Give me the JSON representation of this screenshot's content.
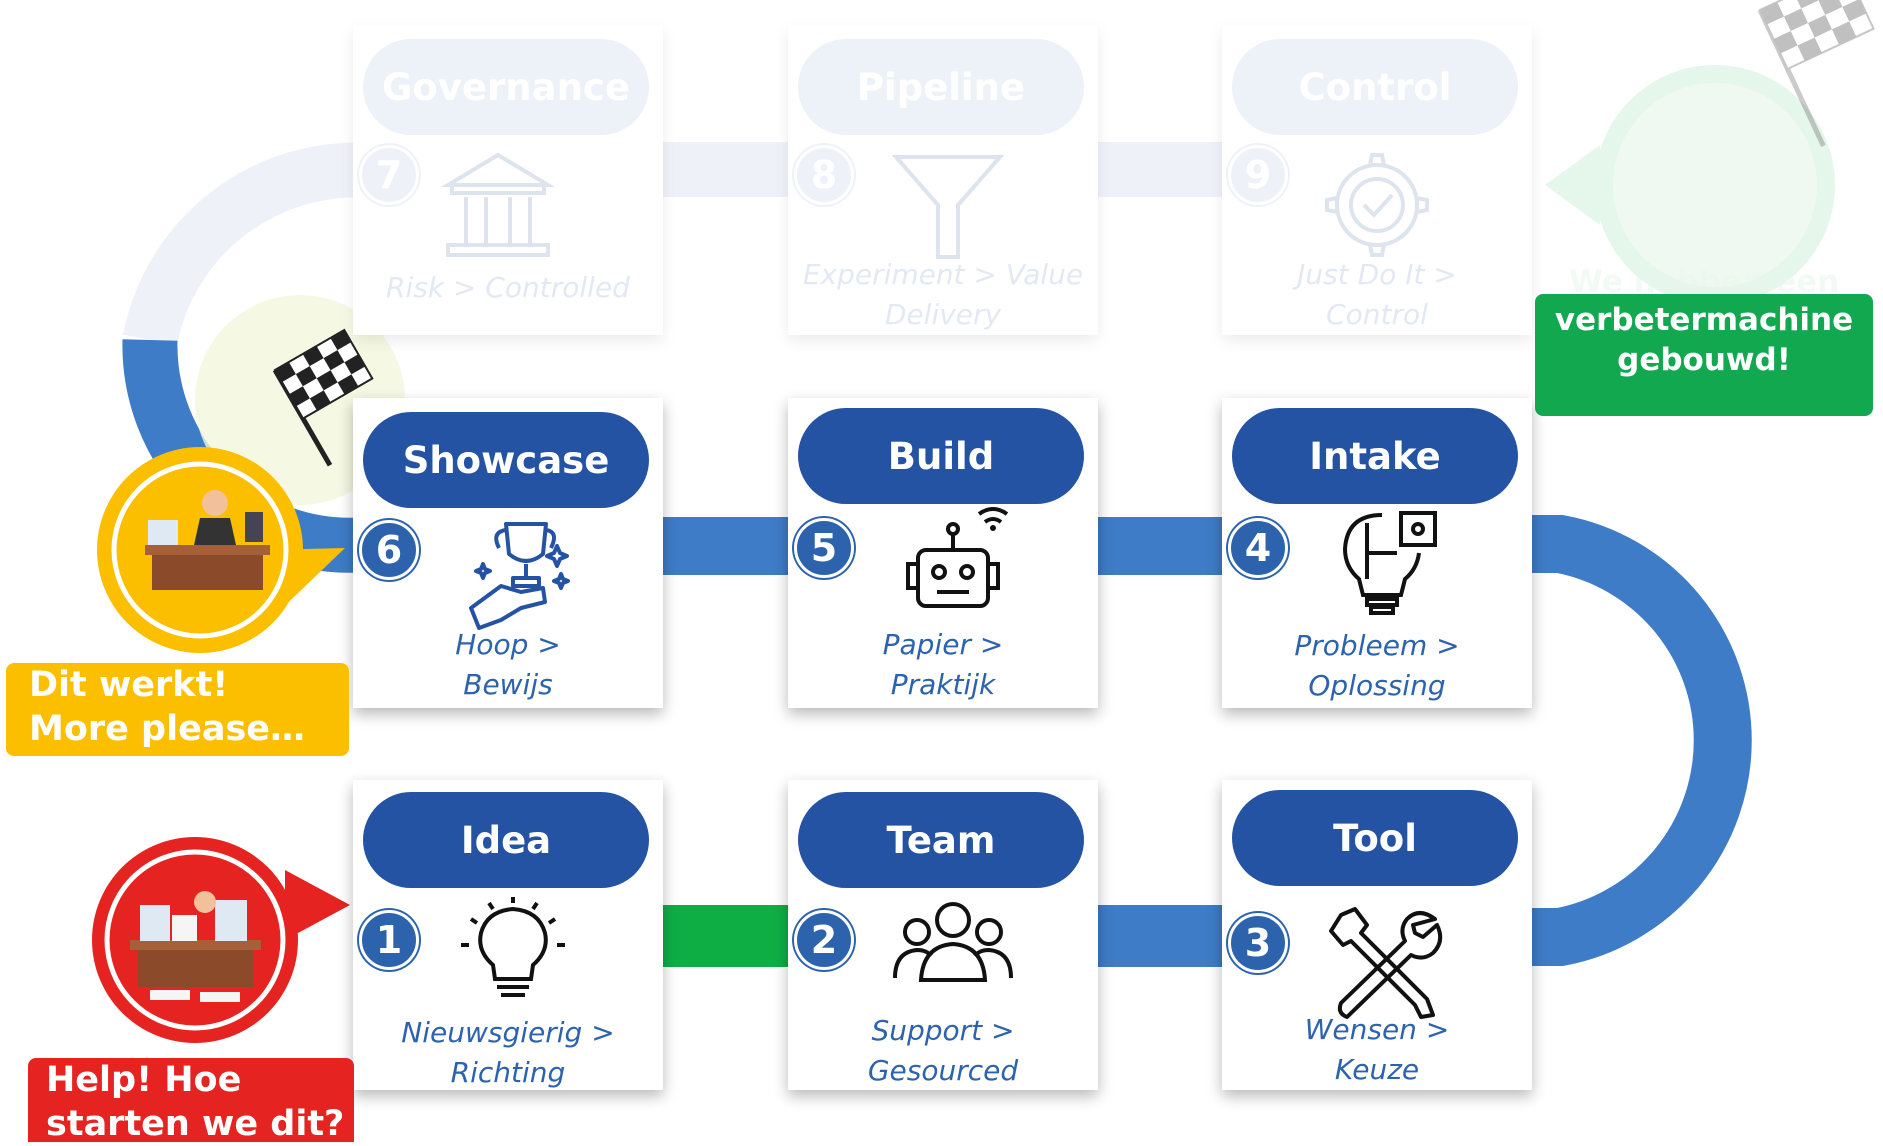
{
  "steps": [
    {
      "number": "1",
      "title": "Idea",
      "line1": "Nieuwsgierig >",
      "line2": "Richting",
      "icon": "lightbulb-icon"
    },
    {
      "number": "2",
      "title": "Team",
      "line1": "Support >",
      "line2": "Gesourced",
      "icon": "people-icon"
    },
    {
      "number": "3",
      "title": "Tool",
      "line1": "Wensen >",
      "line2": "Keuze",
      "icon": "tools-icon"
    },
    {
      "number": "4",
      "title": "Intake",
      "line1": "Probleem >",
      "line2": "Oplossing",
      "icon": "puzzle-bulb-icon"
    },
    {
      "number": "5",
      "title": "Build",
      "line1": "Papier >",
      "line2": "Praktijk",
      "icon": "robot-icon"
    },
    {
      "number": "6",
      "title": "Showcase",
      "line1": "Hoop >",
      "line2": "Bewijs",
      "icon": "trophy-icon"
    },
    {
      "number": "7",
      "title": "Governance",
      "line1": "Risk > Controlled",
      "line2": "",
      "icon": "institution-icon"
    },
    {
      "number": "8",
      "title": "Pipeline",
      "line1": "Experiment > Value",
      "line2": "Delivery",
      "icon": "funnel-icon"
    },
    {
      "number": "9",
      "title": "Control",
      "line1": "Just Do It  >",
      "line2": "Control",
      "icon": "gear-check-icon"
    }
  ],
  "callouts": {
    "help": {
      "line1": "Help! Hoe",
      "line2": "starten we dit?"
    },
    "works": {
      "line1": "Dit werkt!",
      "line2": "More please…"
    },
    "machine": {
      "line1": "We hebben een",
      "line2": "verbetermachine",
      "line3": "gebouwd!"
    }
  },
  "colors": {
    "primary": "#2453a4",
    "track": "#3e7cc7",
    "track_green": "#0fae45",
    "red": "#e52421",
    "yellow": "#fbbf00",
    "green": "#11a84f",
    "faded": "#edf1f8"
  }
}
